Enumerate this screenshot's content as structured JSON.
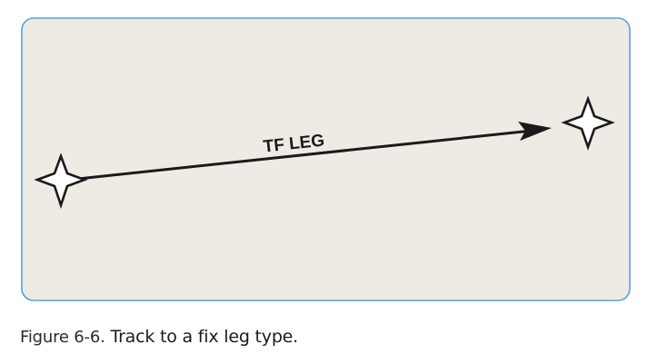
{
  "diagram": {
    "leg_label": "TF LEG",
    "panel_fill": "#EEEAE4",
    "panel_border": "#55A2D6",
    "line_color": "#1a1a1a",
    "start_fix_icon": "four-point-star-icon",
    "end_fix_icon": "four-point-star-icon"
  },
  "caption": {
    "figure_number": "Figure 6-6.",
    "text": "Track to a fix leg type."
  }
}
